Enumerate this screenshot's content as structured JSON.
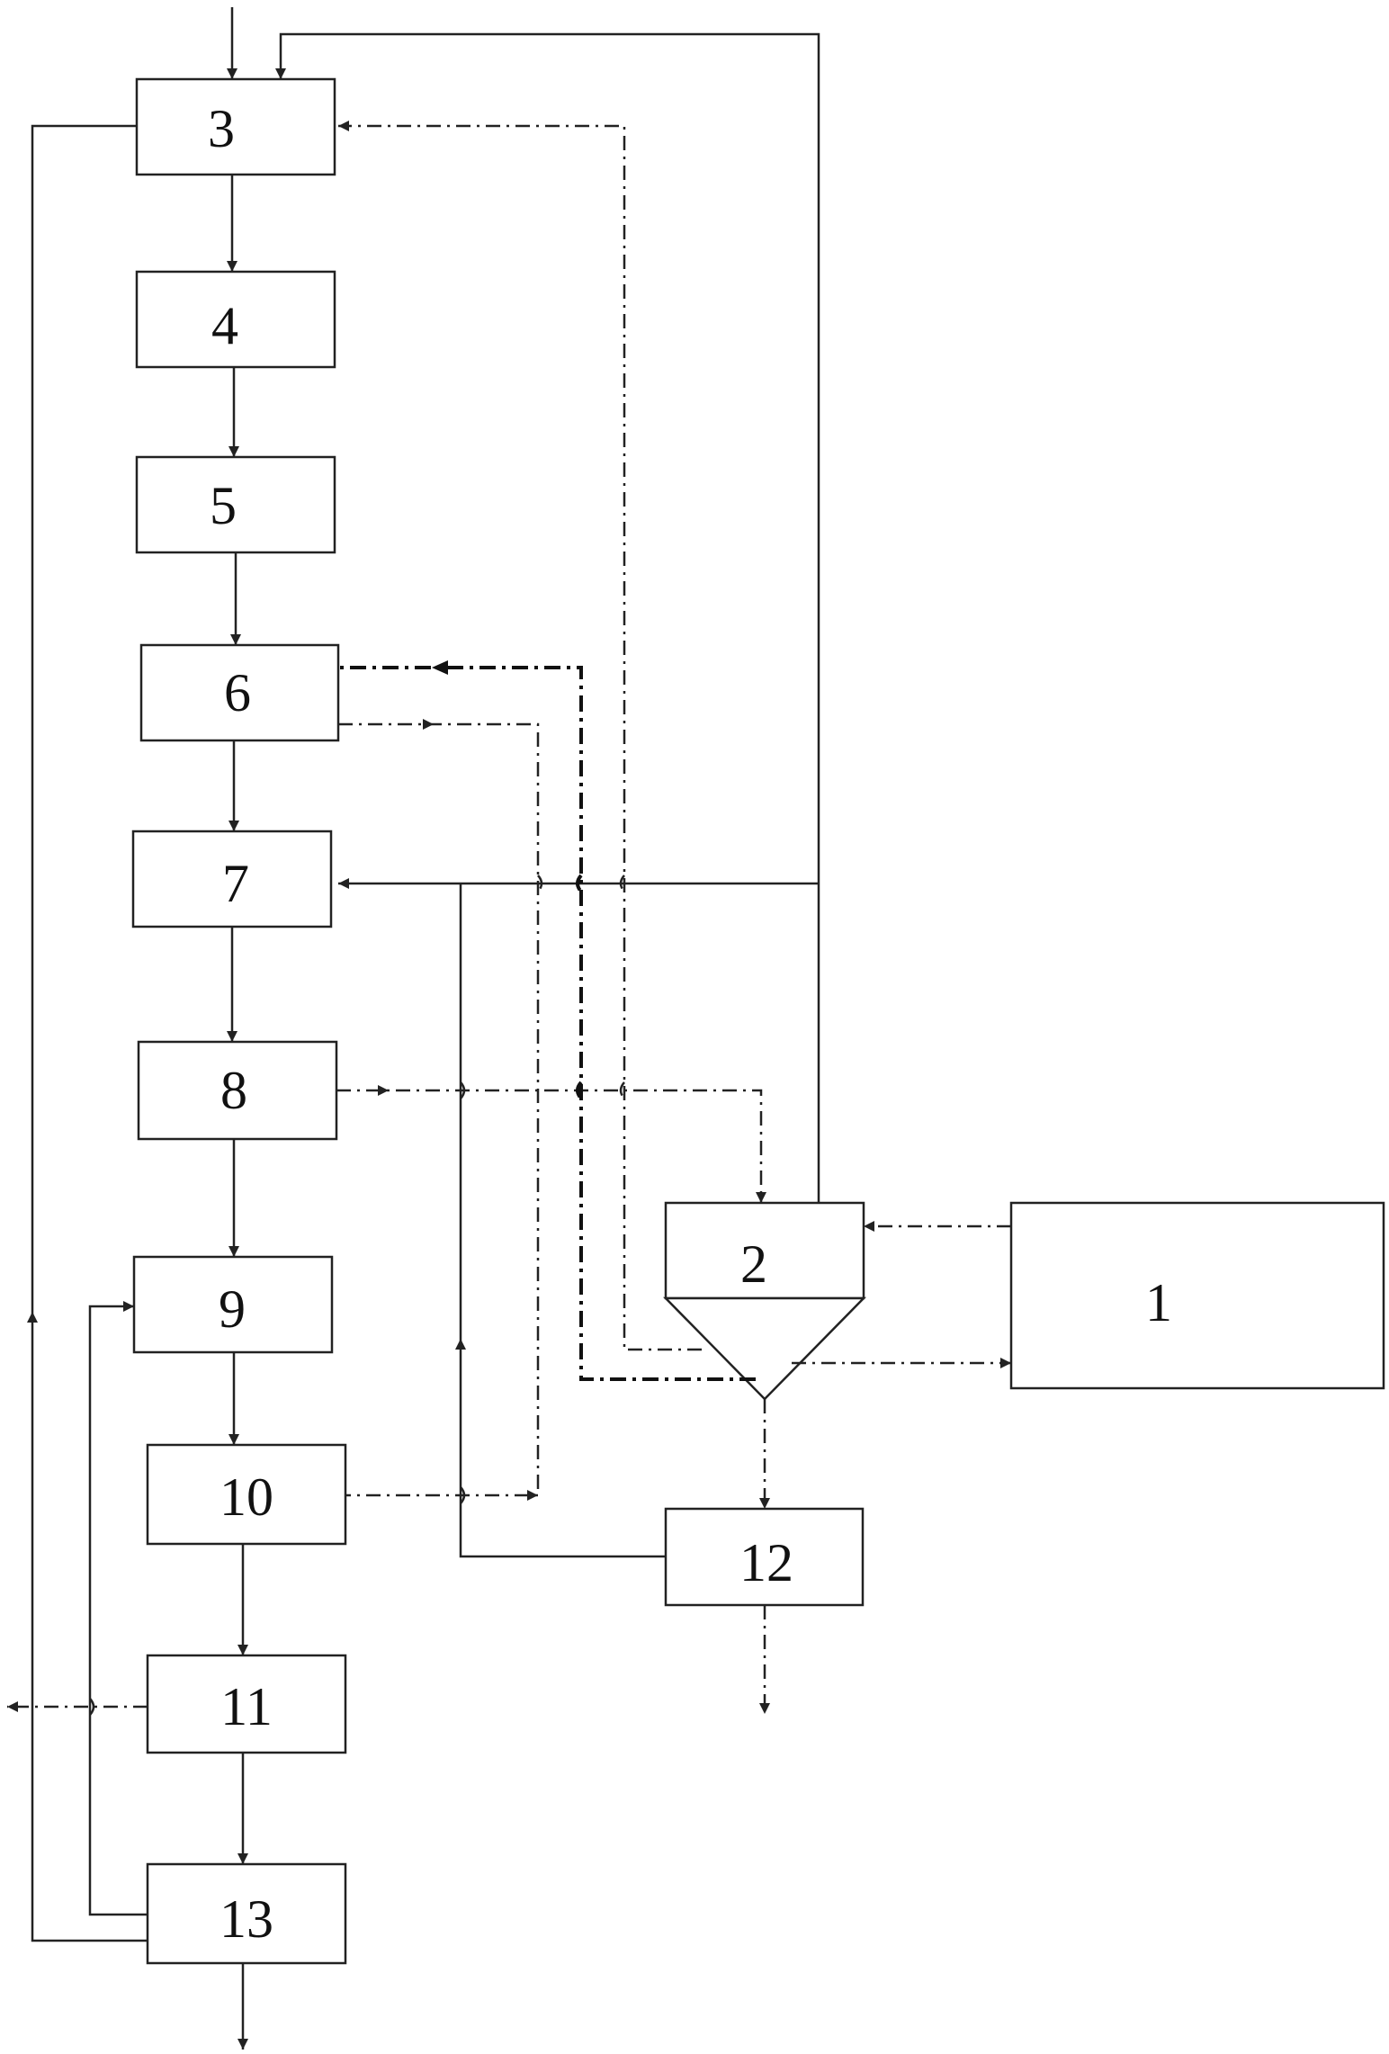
{
  "diagram": {
    "boxes": {
      "b1": "1",
      "b2": "2",
      "b3": "3",
      "b4": "4",
      "b5": "5",
      "b6": "6",
      "b7": "7",
      "b8": "8",
      "b9": "9",
      "b10": "10",
      "b11": "11",
      "b12": "12",
      "b13": "13"
    }
  }
}
